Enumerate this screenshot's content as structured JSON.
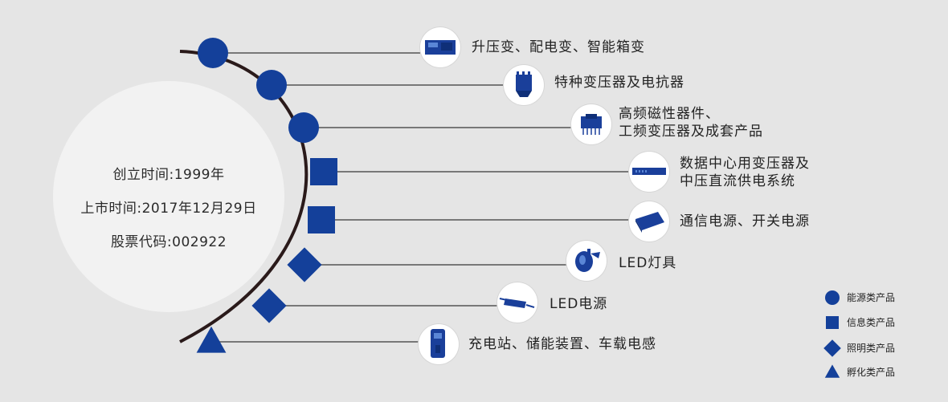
{
  "info": {
    "founded": "创立时间:1999年",
    "listed": "上市时间:2017年12月29日",
    "stock": "股票代码:002922"
  },
  "products": [
    {
      "label": "升压变、配电变、智能箱变",
      "category": "energy",
      "icon": "box-transformer-icon"
    },
    {
      "label": "特种变压器及电抗器",
      "category": "energy",
      "icon": "special-transformer-icon"
    },
    {
      "label": "高频磁性器件、\n工频变压器及成套产品",
      "category": "energy",
      "icon": "magnetic-component-icon"
    },
    {
      "label": "数据中心用变压器及\n中压直流供电系统",
      "category": "information",
      "icon": "rack-unit-icon"
    },
    {
      "label": "通信电源、开关电源",
      "category": "information",
      "icon": "power-supply-icon"
    },
    {
      "label": "LED灯具",
      "category": "lighting",
      "icon": "led-lamp-icon"
    },
    {
      "label": "LED电源",
      "category": "lighting",
      "icon": "led-driver-icon"
    },
    {
      "label": "充电站、储能装置、车载电感",
      "category": "incubation",
      "icon": "charging-station-icon"
    }
  ],
  "legend": [
    {
      "shape": "circle",
      "label": "能源类产品"
    },
    {
      "shape": "square",
      "label": "信息类产品"
    },
    {
      "shape": "diamond",
      "label": "照明类产品"
    },
    {
      "shape": "triangle",
      "label": "孵化类产品"
    }
  ],
  "colors": {
    "marker": "#14409a",
    "arc": "#2a1a1a",
    "line": "#555555",
    "background": "#e5e5e5"
  }
}
